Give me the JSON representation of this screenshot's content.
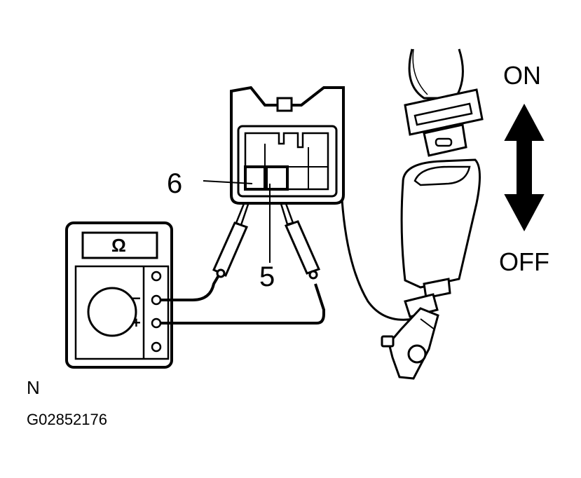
{
  "labels": {
    "pin_6": "6",
    "pin_5": "5",
    "on": "ON",
    "off": "OFF",
    "ohm_symbol": "Ω",
    "minus": "−",
    "plus": "+",
    "corner_code": "N",
    "figure_id": "G02852176"
  },
  "icons": {
    "meter": "ohmmeter-icon",
    "connector": "connector-icon",
    "buckle": "seat-belt-buckle-icon",
    "arrow": "double-arrow-icon"
  }
}
